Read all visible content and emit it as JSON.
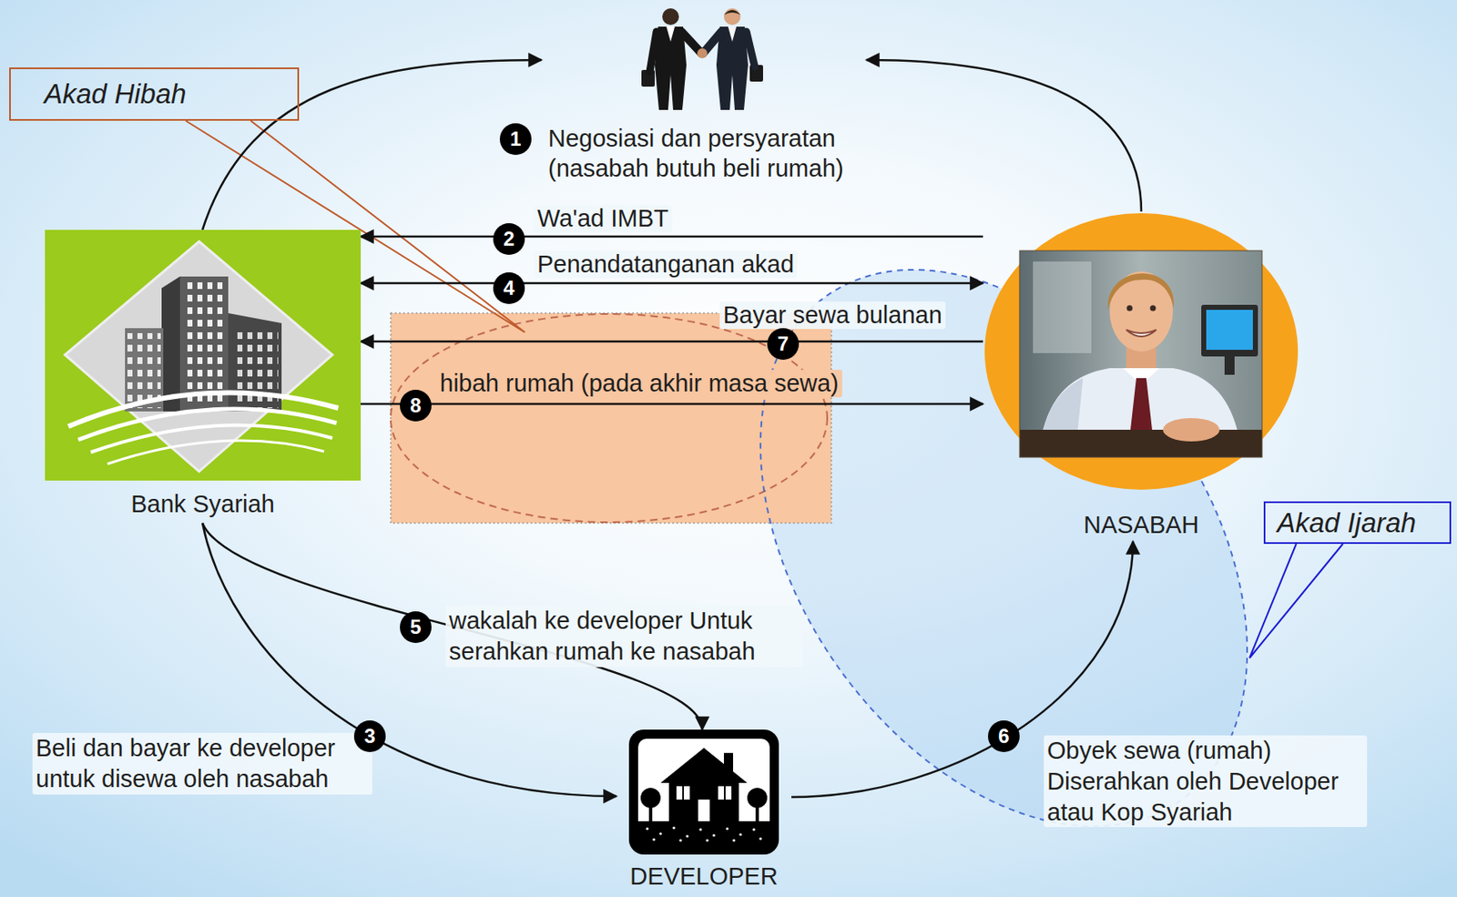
{
  "diagram": {
    "nodes": [
      {
        "text": [
          "Akad Hibah"
        ]
      },
      {
        "text": [
          "Negosiasi dan persyaratan (nasabah butuh beli rumah)"
        ]
      },
      {
        "text": [
          "Bank Syariah"
        ]
      },
      {
        "text": [
          "NASABAH"
        ]
      },
      {
        "text": [
          "Akad Ijarah"
        ]
      },
      {
        "text": [
          "DEVELOPER"
        ]
      }
    ],
    "edges": [
      {
        "from": 2,
        "to": 1,
        "arrow": "to"
      },
      {
        "from": 3,
        "to": 1,
        "arrow": "to"
      },
      {
        "from": 3,
        "to": 2,
        "label": "Wa'ad IMBT",
        "arrow": "to"
      },
      {
        "from": 2,
        "to": 3,
        "label": "Penandatanganan akad",
        "arrow": "both"
      },
      {
        "from": 3,
        "to": 2,
        "label": "Bayar sewa bulanan",
        "arrow": "to"
      },
      {
        "from": 2,
        "to": 3,
        "label": "hibah rumah (pada akhir masa sewa)",
        "arrow": "to"
      },
      {
        "from": 2,
        "to": 5,
        "label": "wakalah ke developer Untuk serahkan rumah ke nasabah",
        "arrow": "to"
      },
      {
        "from": 2,
        "to": 5,
        "label": "Beli dan bayar ke developer untuk disewa oleh nasabah",
        "arrow": "to"
      },
      {
        "from": 5,
        "to": 3,
        "label": "Obyek sewa (rumah) Diserahkan oleh Developer atau Kop Syariah",
        "arrow": "to"
      }
    ],
    "labels": [
      "1",
      "2",
      "4",
      "7",
      "8",
      "5",
      "3",
      "6"
    ]
  }
}
